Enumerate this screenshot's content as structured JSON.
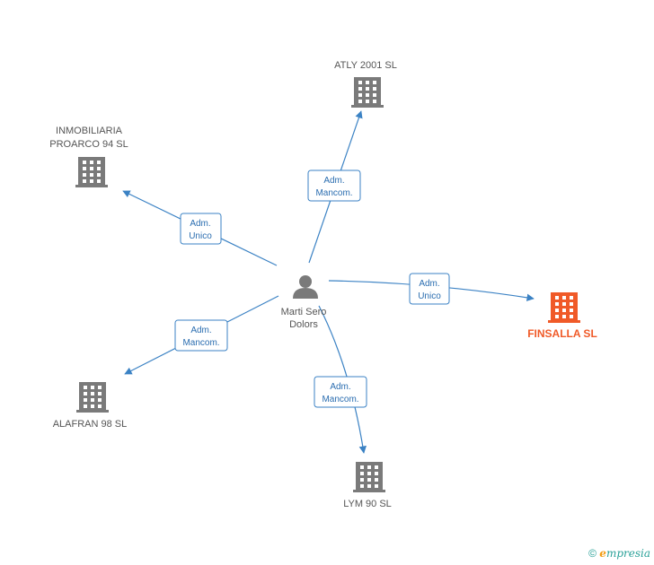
{
  "center": {
    "label_line1": "Marti Sero",
    "label_line2": "Dolors"
  },
  "companies": {
    "atly": {
      "lines": [
        "ATLY 2001 SL"
      ]
    },
    "inmobiliaria": {
      "lines": [
        "INMOBILIARIA",
        "PROARCO 94 SL"
      ]
    },
    "finsalla": {
      "lines": [
        "FINSALLA SL"
      ]
    },
    "alafran": {
      "lines": [
        "ALAFRAN 98 SL"
      ]
    },
    "lym": {
      "lines": [
        "LYM 90 SL"
      ]
    }
  },
  "edges": {
    "atly": {
      "role_line1": "Adm.",
      "role_line2": "Mancom."
    },
    "inmobiliaria": {
      "role_line1": "Adm.",
      "role_line2": "Unico"
    },
    "finsalla": {
      "role_line1": "Adm.",
      "role_line2": "Unico"
    },
    "alafran": {
      "role_line1": "Adm.",
      "role_line2": "Mancom."
    },
    "lym": {
      "role_line1": "Adm.",
      "role_line2": "Mancom."
    }
  },
  "colors": {
    "building": "#7a7a7a",
    "building_highlight": "#f05a28",
    "person": "#7a7a7a",
    "edge": "#3b82c4"
  },
  "footer": {
    "copyright": "©",
    "brand_initial": "e",
    "brand_rest": "mpresia"
  }
}
